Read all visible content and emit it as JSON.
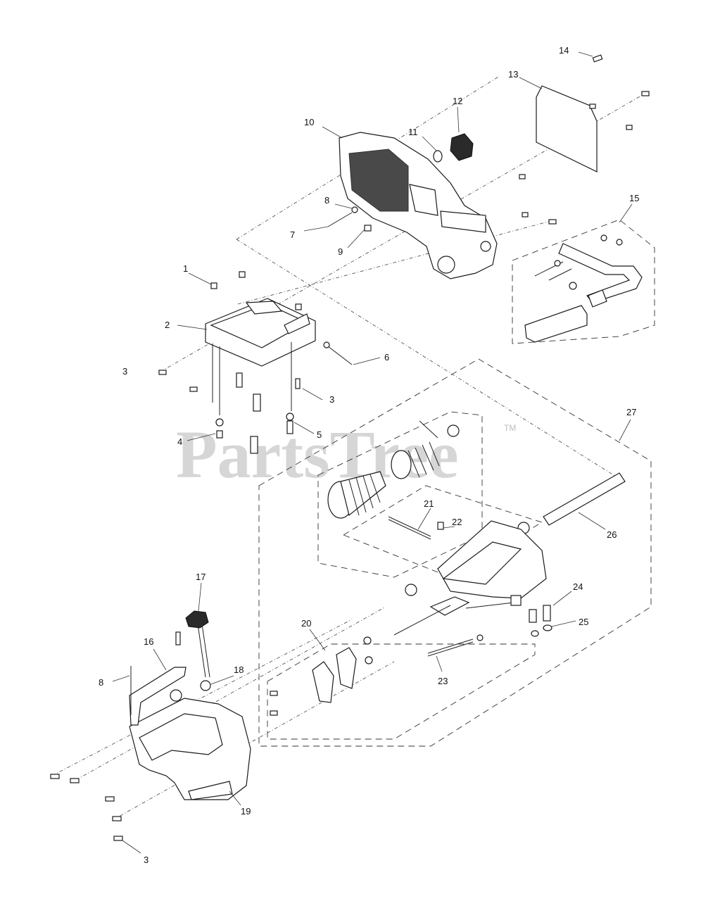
{
  "watermark": {
    "text": "PartsTree",
    "trademark": "TM"
  },
  "callouts": [
    "14",
    "13",
    "12",
    "10",
    "11",
    "8",
    "7",
    "9",
    "15",
    "1",
    "2",
    "6",
    "3",
    "3",
    "4",
    "5",
    "27",
    "21",
    "22",
    "26",
    "17",
    "16",
    "8",
    "18",
    "20",
    "24",
    "25",
    "23",
    "19",
    "3"
  ]
}
